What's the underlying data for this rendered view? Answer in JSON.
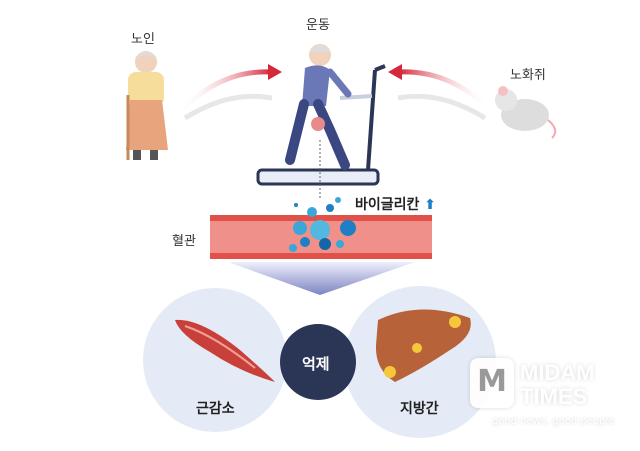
{
  "labels": {
    "elderly": "노인",
    "exercise": "운동",
    "aged_mouse": "노화쥐",
    "biglycan": "바이글리칸",
    "blood_vessel": "혈관",
    "suppress": "억제",
    "sarcopenia": "근감소",
    "fatty_liver": "지방간"
  },
  "indicator": {
    "biglycan_trend": "up",
    "arrow_color": "#1f7fc4"
  },
  "watermark": {
    "name_line1": "MIDAM",
    "name_line2": "TIMES",
    "tagline": "good news, good people"
  },
  "colors": {
    "arrow_red": "#d7273a",
    "vessel": "#f0908a",
    "vessel_edge": "#e2504a",
    "center_circle": "#2b3657",
    "circle_bg": "#e4ebf6"
  }
}
